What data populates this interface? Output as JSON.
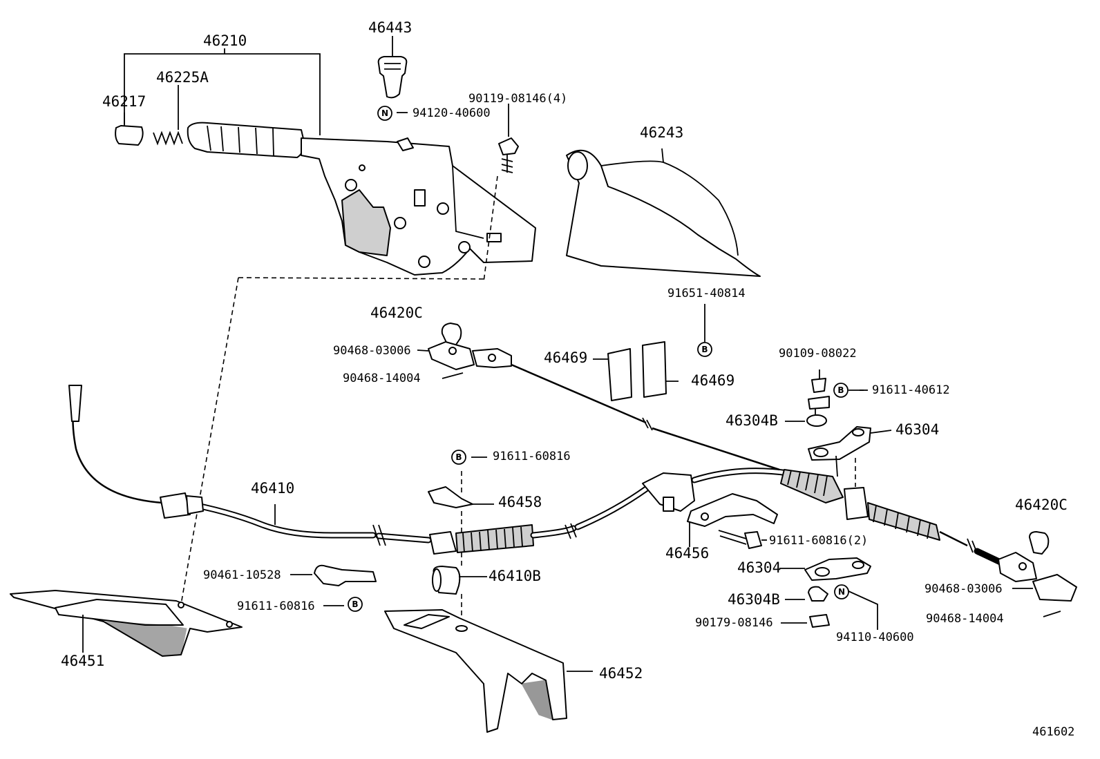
{
  "diagram_id": "461602",
  "parts": {
    "p46210": "46210",
    "p46225A": "46225A",
    "p46217": "46217",
    "p46443": "46443",
    "p94120": "94120-40600",
    "p90119": "90119-08146(4)",
    "p46243": "46243",
    "p91651": "91651-40814",
    "p46420C_a": "46420C",
    "p90468_03006_a": "90468-03006",
    "p90468_14004_a": "90468-14004",
    "p46469_a": "46469",
    "p46469_b": "46469",
    "p90109": "90109-08022",
    "p91611_40612": "91611-40612",
    "p46304B_a": "46304B",
    "p46304_a": "46304",
    "p91611_60816_a": "91611-60816",
    "p46410": "46410",
    "p46458": "46458",
    "p46456": "46456",
    "p91611_60816_2": "91611-60816(2)",
    "p46304_b": "46304",
    "p46420C_b": "46420C",
    "p90468_03006_b": "90468-03006",
    "p90468_14004_b": "90468-14004",
    "p46410B": "46410B",
    "p90461": "90461-10528",
    "p91611_60816_b": "91611-60816",
    "p46304B_b": "46304B",
    "p90179": "90179-08146",
    "p94110": "94110-40600",
    "p46451": "46451",
    "p46452": "46452"
  },
  "marks": {
    "n_a": "N",
    "b_a": "B",
    "b_b": "B",
    "b_c": "B",
    "b_d": "B",
    "n_b": "N"
  }
}
